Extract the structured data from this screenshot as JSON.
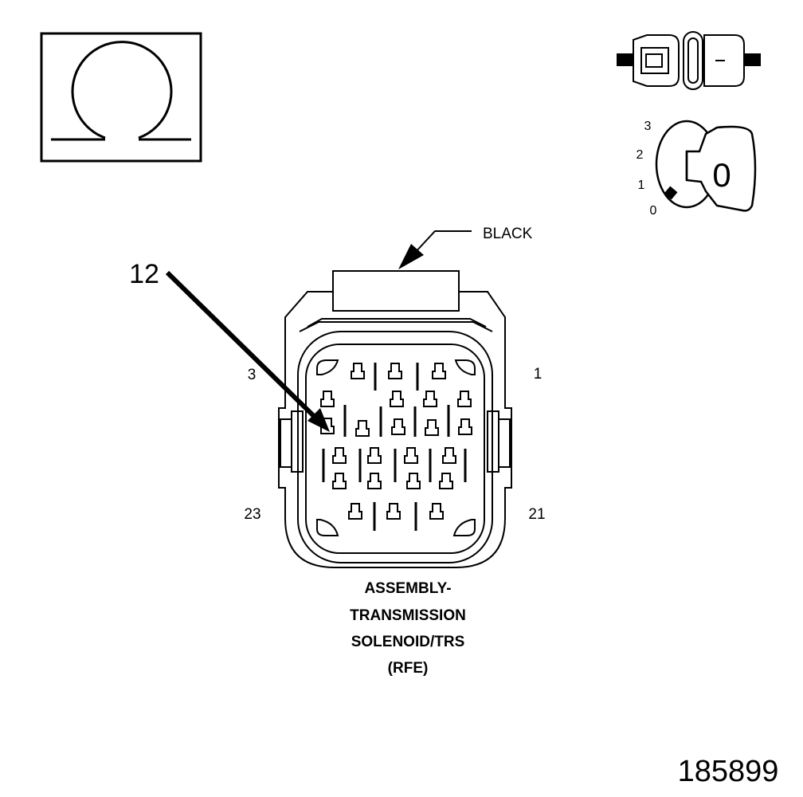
{
  "meter_symbol": {
    "icon": "ohm-symbol-icon"
  },
  "connector_icon": {
    "icon": "connector-disconnected-icon",
    "minus_sign": "-"
  },
  "ignition": {
    "icon": "ignition-key-icon",
    "positions": [
      "3",
      "2",
      "1",
      "0"
    ],
    "key_label": "0"
  },
  "connector": {
    "color_label": "BLACK",
    "callout_number": "12",
    "cavity_labels": {
      "top_left": "3",
      "top_right": "1",
      "bottom_left": "23",
      "bottom_right": "21"
    },
    "cavity_count": 23
  },
  "caption": {
    "line1": "ASSEMBLY-",
    "line2": "TRANSMISSION",
    "line3": "SOLENOID/TRS",
    "line4": "(RFE)"
  },
  "figure_id": "185899"
}
